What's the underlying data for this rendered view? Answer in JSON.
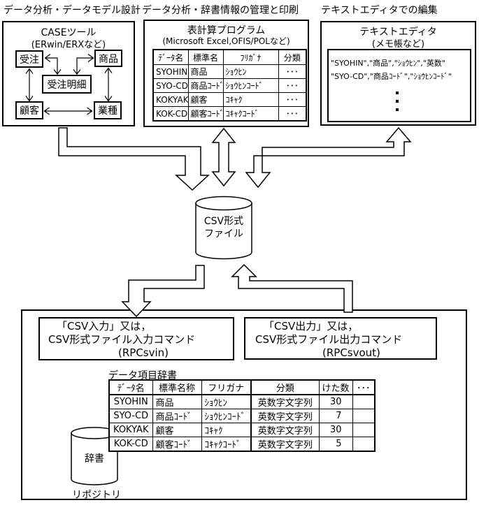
{
  "colors": {
    "ink": "#000000",
    "paper": "#ffffff"
  },
  "headings": {
    "case_section": "データ分析・データモデル設計",
    "spreadsheet_section": "データ分析・辞書情報の管理と印刷",
    "editor_section": "テキストエディタでの編集"
  },
  "case_tool": {
    "title": "CASEツール",
    "subtitle": "(ERwin/ERXなど)",
    "entities": {
      "order": "受注",
      "product": "商品",
      "order_detail": "受注明細",
      "customer": "顧客",
      "industry": "業種"
    }
  },
  "spreadsheet": {
    "title": "表計算プログラム",
    "subtitle": "(Microsoft Excel,OFIS/POLなど)",
    "table": {
      "headers": [
        "ﾃﾞｰﾀ名",
        "標準名",
        "ﾌﾘｶﾞﾅ",
        "分類"
      ],
      "rows": [
        [
          "SYOHIN",
          "商品",
          "ｼｮｳﾋﾝ",
          "･･･"
        ],
        [
          "SYO-CD",
          "商品ｺｰﾄﾞ",
          "ｼｮｳﾋﾝｺｰﾄﾞ",
          "･･･"
        ],
        [
          "KOKYAK",
          "顧客",
          "ｺｷｬｸ",
          "･･･"
        ],
        [
          "KOK-CD",
          "顧客ｺｰﾄﾞ",
          "ｺｷｬｸｺｰﾄﾞ",
          "･･･"
        ]
      ]
    }
  },
  "text_editor": {
    "title": "テキストエディタ",
    "subtitle": "(メモ帳など)",
    "lines": [
      "\"SYOHIN\",\"商品\",\"ｼｮｳﾋﾝ\",\"英数\"",
      "\"SYO-CD\",\"商品ｺｰﾄﾞ\",\"ｼｮｳﾋﾝｺｰﾄﾞ\""
    ]
  },
  "csv_file": {
    "label_line1": "CSV形式",
    "label_line2": "ファイル"
  },
  "commands": {
    "input": {
      "line1": "「CSV入力」又は，",
      "line2": "CSV形式ファイル入力コマンド",
      "line3": "(RPCsvin)"
    },
    "output": {
      "line1": "「CSV出力」又は，",
      "line2": "CSV形式ファイル出力コマンド",
      "line3": "(RPCsvout)"
    }
  },
  "dictionary": {
    "label": "データ項目辞書",
    "table": {
      "headers": [
        "ﾃﾞｰﾀ名",
        "標準名称",
        "フリガナ",
        "分類",
        "けた数",
        "･･･"
      ],
      "rows": [
        [
          "SYOHIN",
          "商品",
          "ｼｮｳﾋﾝ",
          "英数字文字列",
          "30",
          ""
        ],
        [
          "SYO-CD",
          "商品ｺｰﾄﾞ",
          "ｼｮｳﾋﾝｺｰﾄﾞ",
          "英数字文字列",
          "7",
          ""
        ],
        [
          "KOKYAK",
          "顧客",
          "ｺｷｬｸ",
          "英数字文字列",
          "30",
          ""
        ],
        [
          "KOK-CD",
          "顧客ｺｰﾄﾞ",
          "ｺｷｬｸｺｰﾄﾞ",
          "英数字文字列",
          "5",
          ""
        ]
      ]
    },
    "cylinder_label": "辞書",
    "repository_label": "リポジトリ"
  }
}
